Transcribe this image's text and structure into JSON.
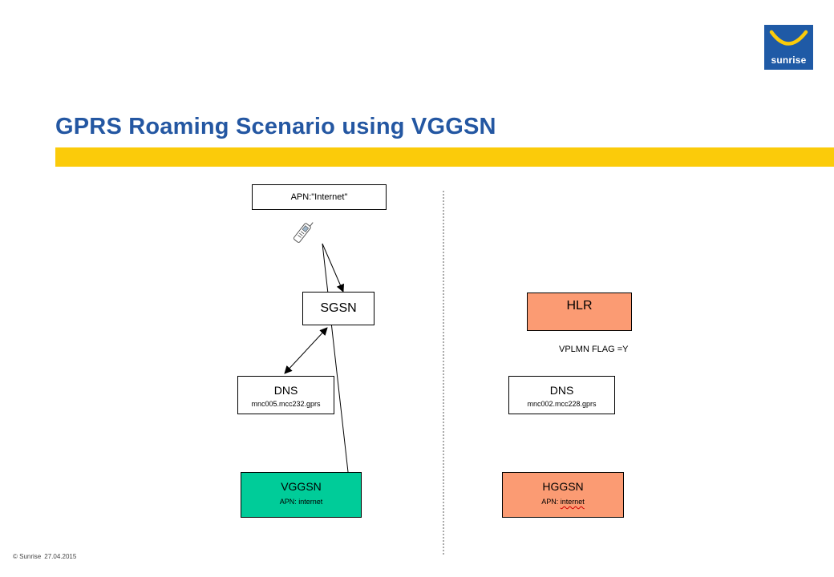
{
  "title": "GPRS Roaming Scenario using VGGSN",
  "logo": {
    "text": "sunrise",
    "color": "#1f5aa6",
    "icon": "sunrise-smile-logo"
  },
  "accent_bar_color": "#fbcb0a",
  "nodes": {
    "apn": {
      "label": "APN:\"Internet\""
    },
    "sgsn": {
      "label": "SGSN"
    },
    "hlr": {
      "label": "HLR",
      "color": "#fb9b73"
    },
    "vplmn_flag": {
      "label": "VPLMN FLAG =Y"
    },
    "dns_left": {
      "label": "DNS",
      "sub": "mnc005.mcc232.gprs"
    },
    "dns_right": {
      "label": "DNS",
      "sub": "mnc002.mcc228.gprs"
    },
    "vggsn": {
      "label": "VGGSN",
      "sub": "APN: internet",
      "color": "#00cc99"
    },
    "hggsn": {
      "label": "HGGSN",
      "sub_prefix": "APN: ",
      "sub_word": "internet",
      "color": "#fb9b73"
    }
  },
  "icons": {
    "mobile": "mobile-phone-icon"
  },
  "footer": {
    "copyright": "© Sunrise",
    "date": "27.04.2015"
  }
}
